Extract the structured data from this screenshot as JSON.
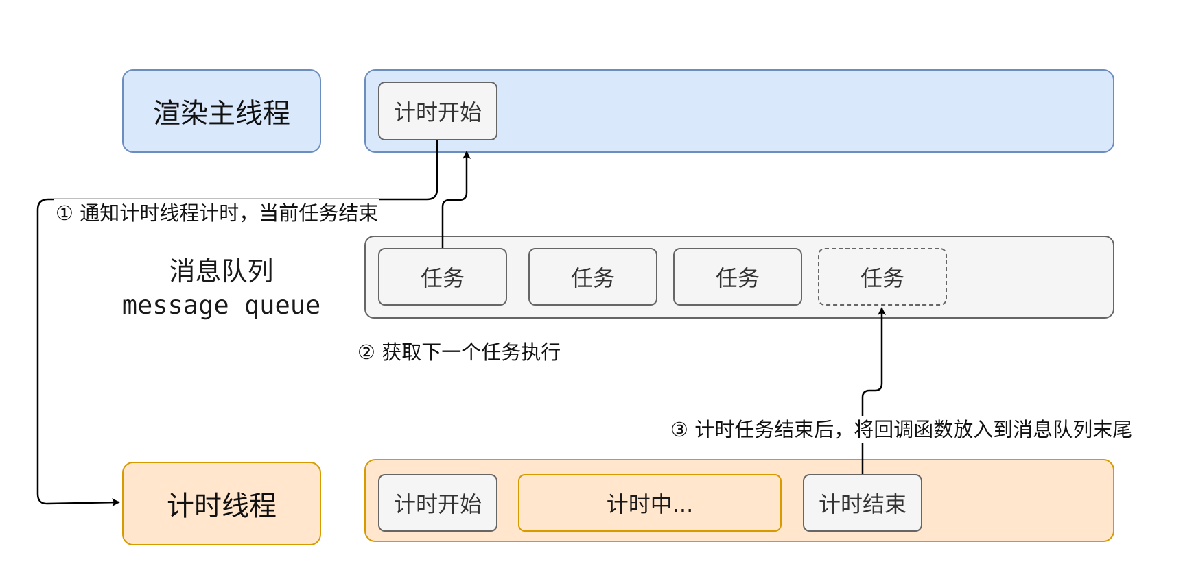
{
  "lanes": {
    "render": {
      "title": "渲染主线程",
      "color_fill": "#dae8fc",
      "color_stroke": "#6c8ebf"
    },
    "queue": {
      "title_line1": "消息队列",
      "title_line2": "message queue",
      "color_fill": "#f5f5f5",
      "color_stroke": "#666666"
    },
    "timer": {
      "title": "计时线程",
      "color_fill": "#ffe6cc",
      "color_stroke": "#d79b00"
    }
  },
  "render_tasks": [
    {
      "label": "计时开始"
    }
  ],
  "queue_tasks": [
    {
      "label": "任务"
    },
    {
      "label": "任务"
    },
    {
      "label": "任务"
    },
    {
      "label": "任务",
      "style": "dashed"
    }
  ],
  "timer_tasks": [
    {
      "label": "计时开始"
    },
    {
      "label": "计时中..."
    },
    {
      "label": "计时结束"
    }
  ],
  "edges": {
    "step1": "① 通知计时线程计时，当前任务结束",
    "step2": "② 获取下一个任务执行",
    "step3": "③ 计时任务结束后，将回调函数放入到消息队列末尾"
  }
}
